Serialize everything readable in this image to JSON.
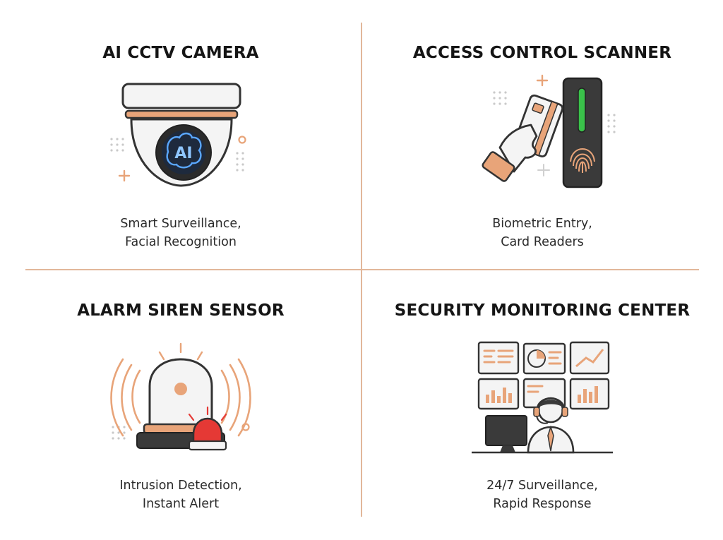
{
  "colors": {
    "accent": "#e8a479",
    "divider": "#e2b79a",
    "outline": "#333333",
    "ai_glow": "#3b8ee8",
    "siren_red": "#e53935",
    "scanner_green": "#3ac24a"
  },
  "panels": [
    {
      "title": "AI CCTV CAMERA",
      "caption_line1": "Smart Surveillance,",
      "caption_line2": "Facial Recognition",
      "icon": "ai-cctv-camera-icon",
      "badge": "AI"
    },
    {
      "title": "ACCESS CONTROL SCANNER",
      "caption_line1": "Biometric Entry,",
      "caption_line2": "Card Readers",
      "icon": "access-control-scanner-icon"
    },
    {
      "title": "ALARM SIREN SENSOR",
      "caption_line1": "Intrusion Detection,",
      "caption_line2": "Instant Alert",
      "icon": "alarm-siren-icon"
    },
    {
      "title": "SECURITY MONITORING CENTER",
      "caption_line1": "24/7 Surveillance,",
      "caption_line2": "Rapid Response",
      "icon": "monitoring-center-icon"
    }
  ]
}
